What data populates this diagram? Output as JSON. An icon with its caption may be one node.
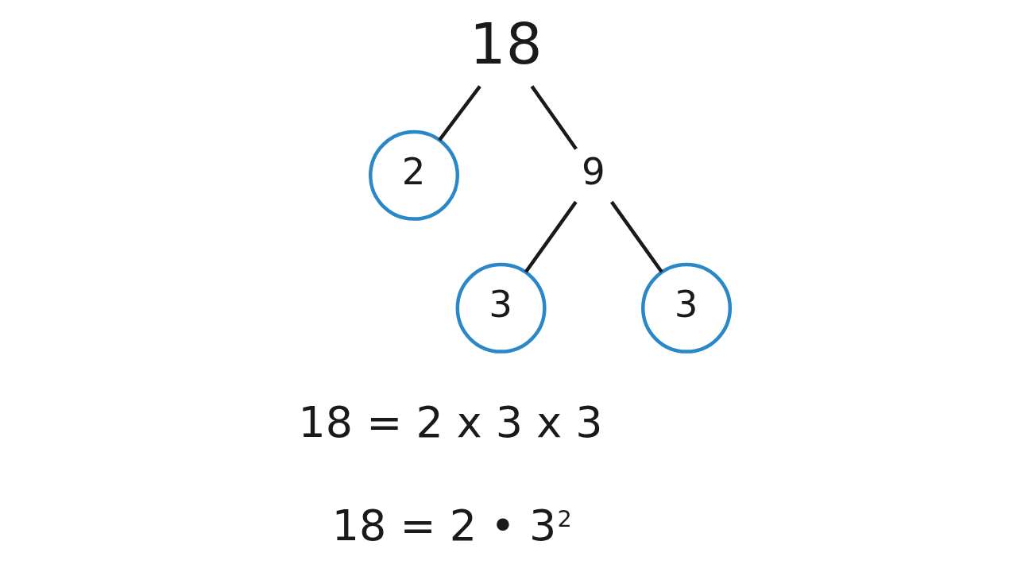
{
  "diagram": {
    "nodes": [
      {
        "text": [
          "18"
        ]
      },
      {
        "text": [
          "2"
        ]
      },
      {
        "text": [
          "9"
        ]
      },
      {
        "text": [
          "3"
        ]
      },
      {
        "text": [
          "3"
        ]
      }
    ],
    "edges": [
      {
        "from": 0,
        "to": 1,
        "arrow": "none"
      },
      {
        "from": 0,
        "to": 2,
        "arrow": "none"
      },
      {
        "from": 2,
        "to": 3,
        "arrow": "none"
      },
      {
        "from": 2,
        "to": 4,
        "arrow": "none"
      }
    ],
    "labels": [
      "18 = 2 x 3 x 3",
      "18 = 2 • 3$^{2}$"
    ]
  }
}
